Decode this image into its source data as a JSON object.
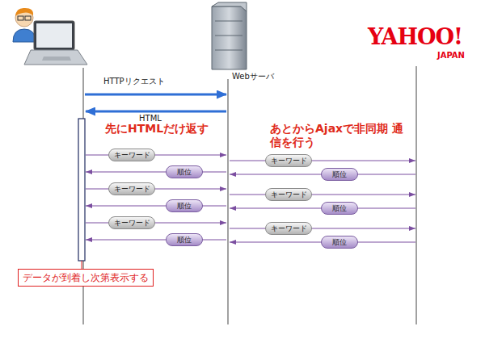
{
  "diagram": {
    "nodes": [
      {
        "text": [
          "キーワード"
        ]
      },
      {
        "text": [
          "キーワード"
        ]
      },
      {
        "text": [
          "順位"
        ]
      },
      {
        "text": [
          "順位"
        ]
      },
      {
        "text": [
          "キーワード"
        ]
      },
      {
        "text": [
          "キーワード"
        ]
      },
      {
        "text": [
          "順位"
        ]
      },
      {
        "text": [
          "順位"
        ]
      },
      {
        "text": [
          "キーワード"
        ]
      },
      {
        "text": [
          "キーワード"
        ]
      },
      {
        "text": [
          "順位"
        ]
      },
      {
        "text": [
          "順位"
        ]
      },
      {
        "text": [
          "データが到着し次第表示する"
        ]
      }
    ],
    "labels": [
      "HTTPリクエスト",
      "Webサーバ",
      "HTML",
      "先にHTMLだけ返す",
      "あとからAjaxで非同期 通信を行う",
      "YAHOO!",
      "JAPAN"
    ]
  }
}
